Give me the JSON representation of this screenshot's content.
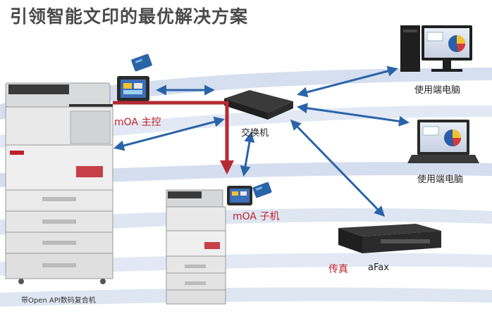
{
  "title": "引领智能文印的最优解决方案",
  "labels": {
    "moa_master": "mOA 主控",
    "switch": "交换机",
    "moa_slave": "mOA 子机",
    "pc_desktop": "使用端电脑",
    "pc_laptop": "使用端电脑",
    "fax": "传真",
    "afax": "aFax",
    "mfp_caption": "带Open API数码复合机"
  },
  "colors": {
    "title": "#4a4a4a",
    "blue_link": "#2a64a8",
    "red_link": "#b52a32",
    "red_text": "#c0202a",
    "band": "#c8d4ea"
  },
  "icons": {
    "big_printer": "multifunction-printer-icon",
    "small_printer": "multifunction-printer-icon",
    "touch_panel": "touch-panel-icon",
    "card": "id-card-icon",
    "switch": "network-switch-icon",
    "fax_device": "fax-server-icon",
    "desktop": "desktop-computer-icon",
    "laptop": "laptop-computer-icon"
  }
}
